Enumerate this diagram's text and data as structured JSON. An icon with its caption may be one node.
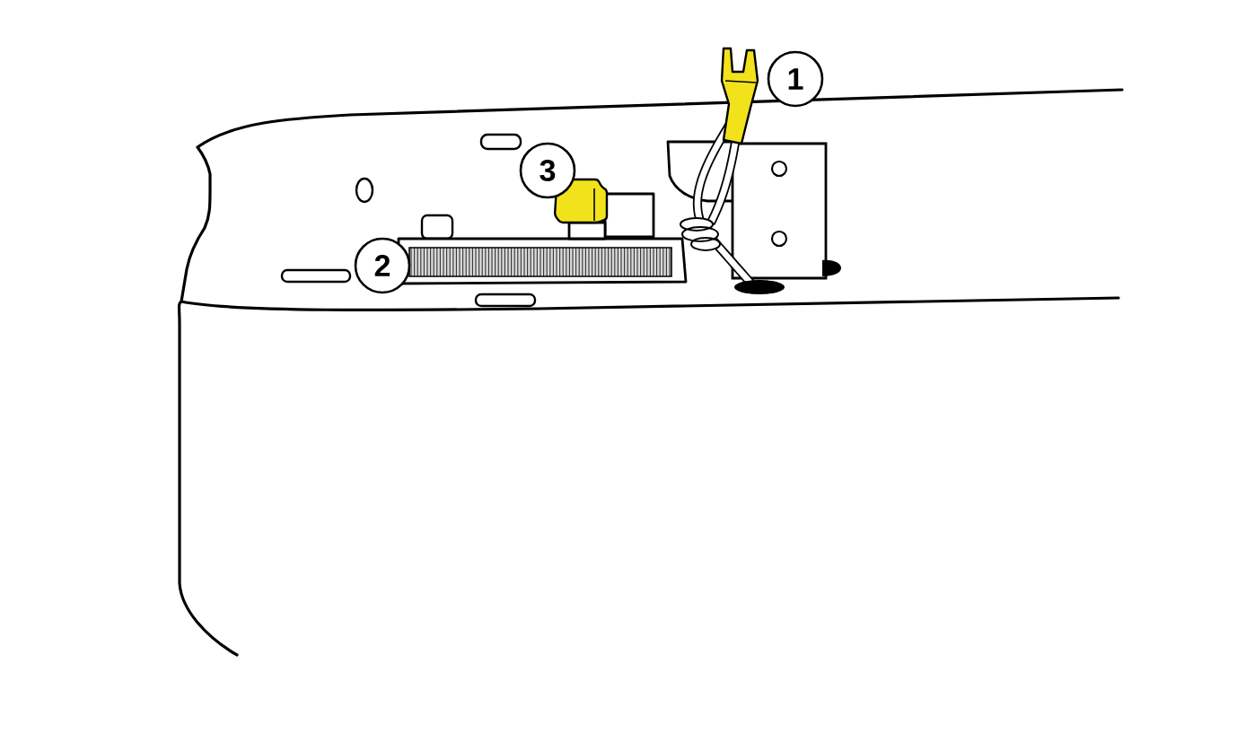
{
  "diagram": {
    "labels": [
      "1",
      "3",
      "2"
    ]
  }
}
